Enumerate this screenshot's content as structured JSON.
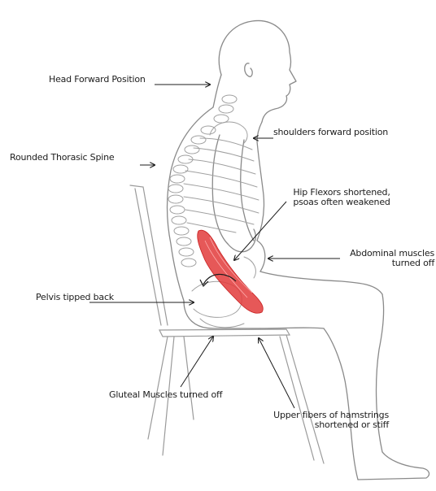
{
  "labels": {
    "head_forward": "Head Forward Position",
    "shoulders_forward": "shoulders forward position",
    "rounded_thoracic": "Rounded Thorasic Spine",
    "hip_flexors_line1": "Hip Flexors shortened,",
    "hip_flexors_line2": "psoas often weakened",
    "abdominal_line1": "Abdominal muscles",
    "abdominal_line2": "turned off",
    "pelvis": "Pelvis tipped back",
    "gluteal": "Gluteal Muscles turned off",
    "hamstrings_line1": "Upper fibers of hamstrings",
    "hamstrings_line2": "shortened or stiff"
  },
  "colors": {
    "ink": "#1c1c1c",
    "sketch": "#8a8a8a",
    "muscle": "#e23b3b"
  }
}
